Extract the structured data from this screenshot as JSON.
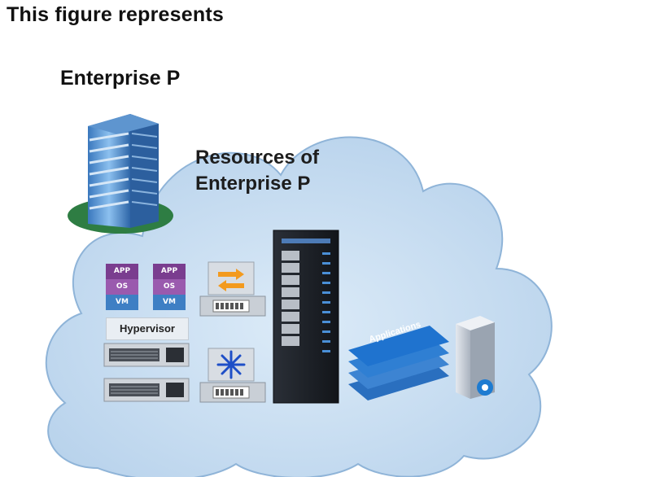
{
  "heading": "This figure represents",
  "enterprise_label": "Enterprise P",
  "resources_label": {
    "line1": "Resources of",
    "line2": "Enterprise P"
  },
  "vm_stacks": [
    {
      "app": "APP",
      "os": "OS",
      "vm": "VM"
    },
    {
      "app": "APP",
      "os": "OS",
      "vm": "VM"
    }
  ],
  "hypervisor_label": "Hypervisor",
  "applications_label": "Applications",
  "colors": {
    "cloud_fill": "#c9def1",
    "building_glass": "#4f8fd0",
    "ground": "#2e7d43",
    "rack": "#1b1f26",
    "app_stack": "#2f7fd3"
  }
}
